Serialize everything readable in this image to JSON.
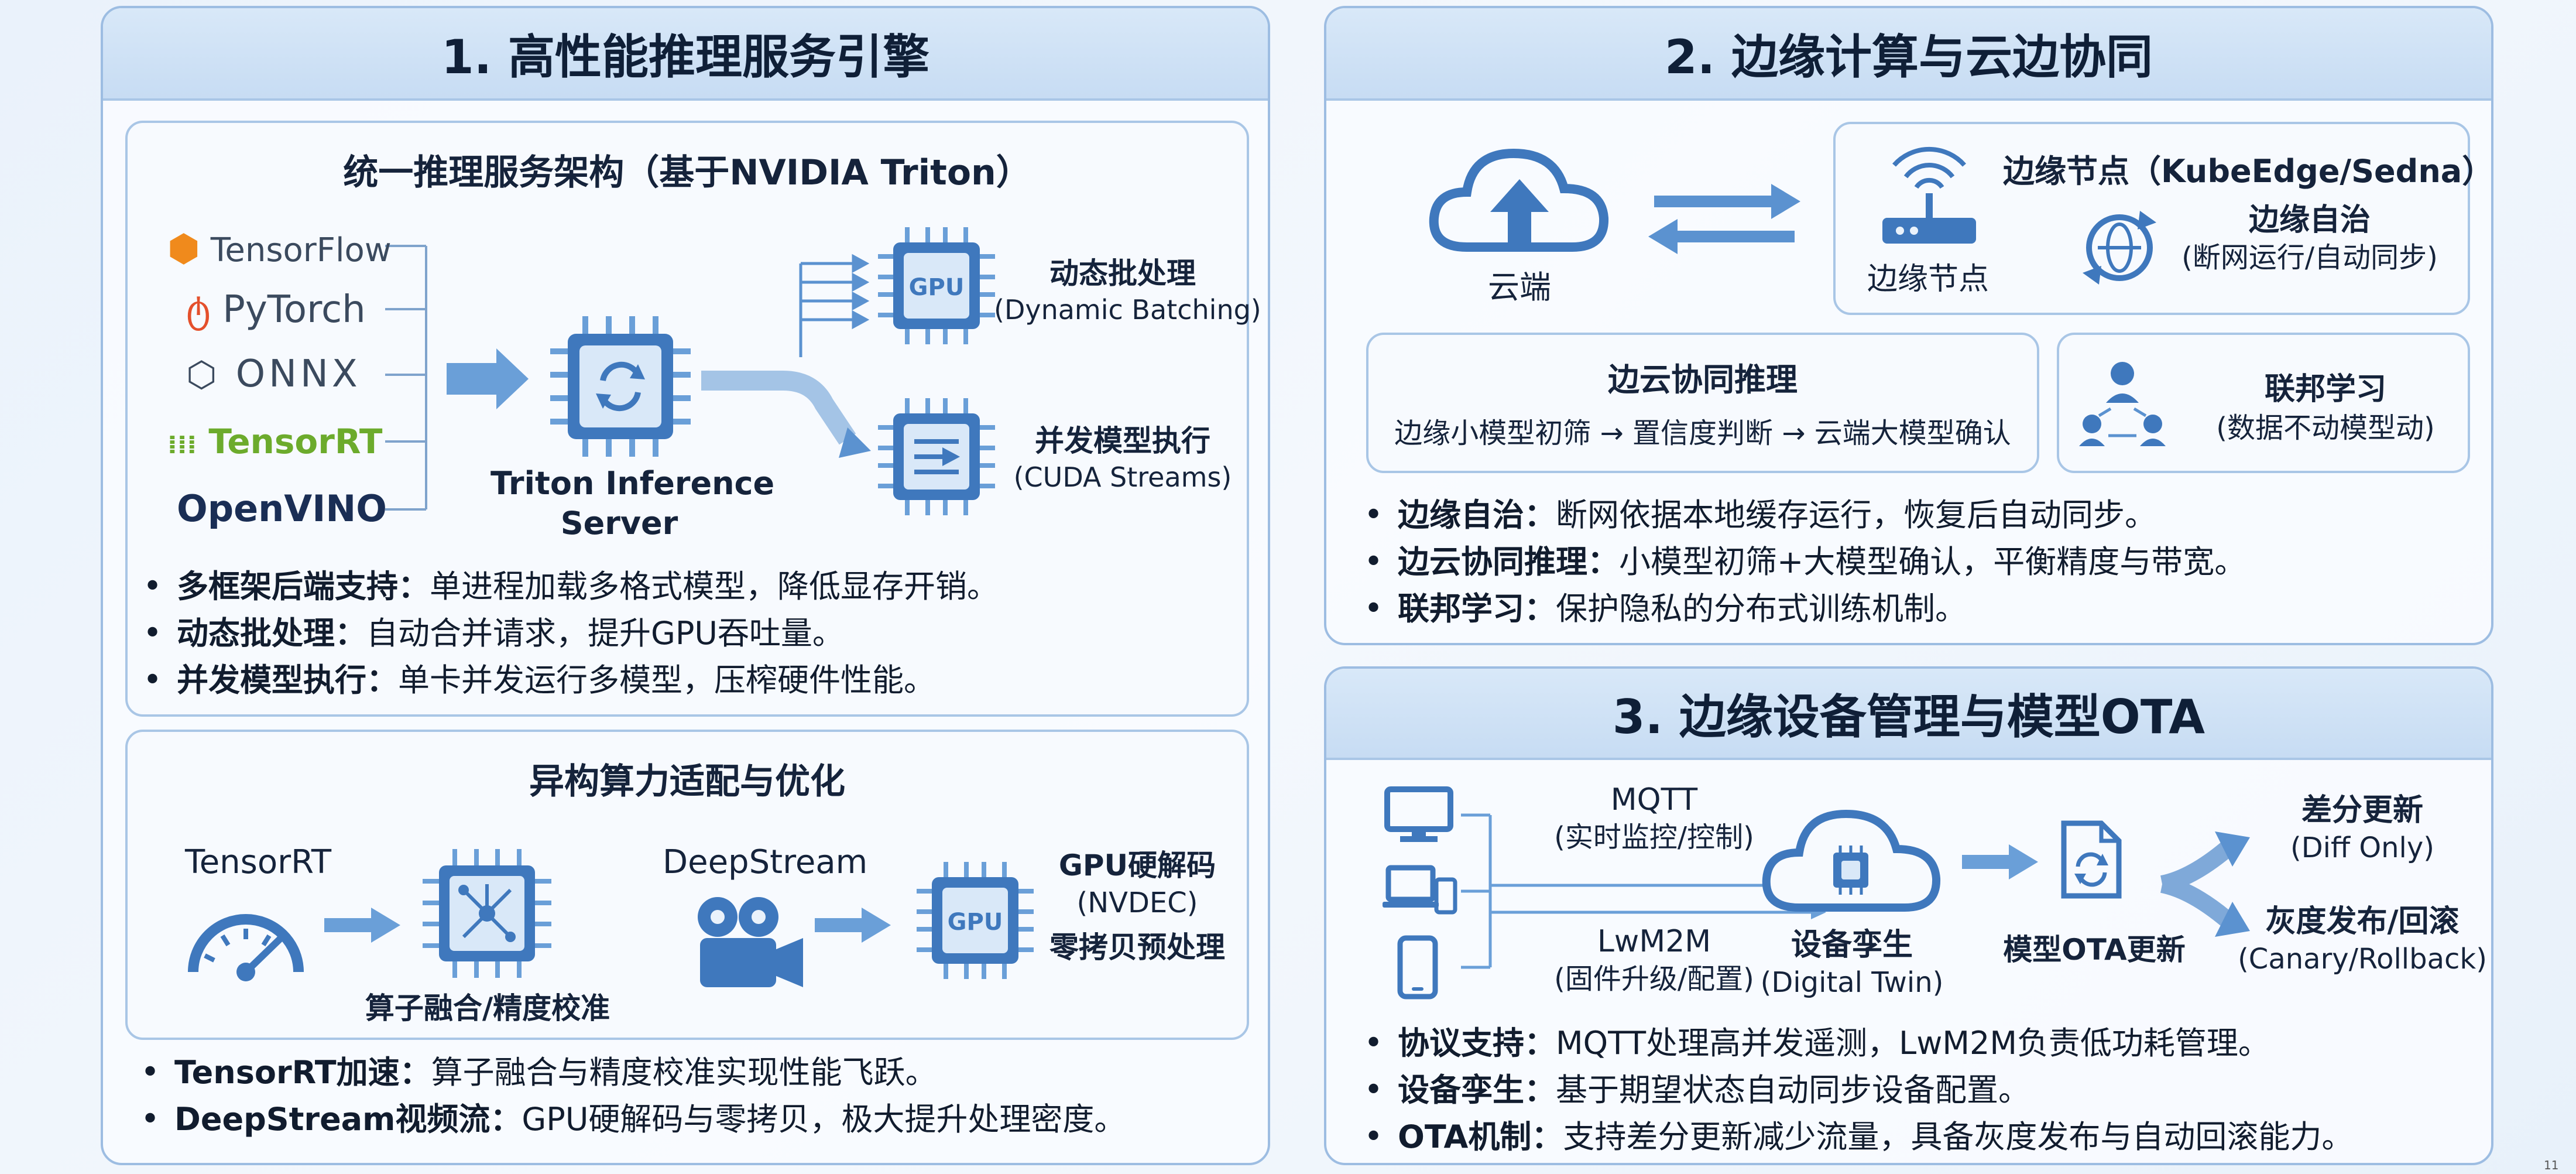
{
  "panel1": {
    "title": "1. 高性能推理服务引擎",
    "box1": {
      "title": "统一推理服务架构（基于NVIDIA Triton）",
      "frameworks": [
        "TensorFlow",
        "PyTorch",
        "ONNX",
        "TensorRT",
        "OpenVINO"
      ],
      "server_label_1": "Triton Inference",
      "server_label_2": "Server",
      "gpu_chip": "GPU",
      "dynamic_title": "动态批处理",
      "dynamic_sub": "(Dynamic Batching)",
      "concurrent_title": "并发模型执行",
      "concurrent_sub": "(CUDA Streams)",
      "bullets": [
        {
          "bold": "多框架后端支持：",
          "text": "单进程加载多格式模型，降低显存开销。"
        },
        {
          "bold": "动态批处理：",
          "text": "自动合并请求，提升GPU吞吐量。"
        },
        {
          "bold": "并发模型执行：",
          "text": "单卡并发运行多模型，压榨硬件性能。"
        }
      ]
    },
    "box2": {
      "title": "异构算力适配与优化",
      "tensorrt": "TensorRT",
      "fusion_label": "算子融合/精度校准",
      "deepstream": "DeepStream",
      "gpu_chip": "GPU",
      "decode_title": "GPU硬解码",
      "decode_sub": "(NVDEC)",
      "zerocopy": "零拷贝预处理"
    },
    "bullets": [
      {
        "bold": "TensorRT加速：",
        "text": "算子融合与精度校准实现性能飞跃。"
      },
      {
        "bold": "DeepStream视频流：",
        "text": "GPU硬解码与零拷贝，极大提升处理密度。"
      }
    ]
  },
  "panel2": {
    "title": "2. 边缘计算与云边协同",
    "cloud_label": "云端",
    "edge_box_title": "边缘节点（KubeEdge/Sedna）",
    "edge_node_label": "边缘节点",
    "autonomy_title": "边缘自治",
    "autonomy_sub": "(断网运行/自动同步)",
    "collab_title": "边云协同推理",
    "collab_flow": "边缘小模型初筛 → 置信度判断 → 云端大模型确认",
    "fed_title": "联邦学习",
    "fed_sub": "(数据不动模型动)",
    "bullets": [
      {
        "bold": "边缘自治：",
        "text": "断网依据本地缓存运行，恢复后自动同步。"
      },
      {
        "bold": "边云协同推理：",
        "text": "小模型初筛+大模型确认，平衡精度与带宽。"
      },
      {
        "bold": "联邦学习：",
        "text": "保护隐私的分布式训练机制。"
      }
    ]
  },
  "panel3": {
    "title": "3. 边缘设备管理与模型OTA",
    "mqtt": "MQTT",
    "mqtt_sub": "(实时监控/控制)",
    "lwm2m": "LwM2M",
    "lwm2m_sub": "(固件升级/配置)",
    "twin_title": "设备孪生",
    "twin_sub": "(Digital Twin)",
    "ota_label": "模型OTA更新",
    "diff_title": "差分更新",
    "diff_sub": "(Diff Only)",
    "canary_title": "灰度发布/回滚",
    "canary_sub": "(Canary/Rollback)",
    "bullets": [
      {
        "bold": "协议支持：",
        "text": "MQTT处理高并发遥测，LwM2M负责低功耗管理。"
      },
      {
        "bold": "设备孪生：",
        "text": "基于期望状态自动同步设备配置。"
      },
      {
        "bold": "OTA机制：",
        "text": "支持差分更新减少流量，具备灰度发布与自动回滚能力。"
      }
    ]
  },
  "page_number": "11",
  "colors": {
    "accent": "#4a84c6",
    "arrow": "#5b92d0",
    "tensorflow": "#f08a1c",
    "pytorch": "#e4502c",
    "tensorrt": "#6cab2c"
  }
}
